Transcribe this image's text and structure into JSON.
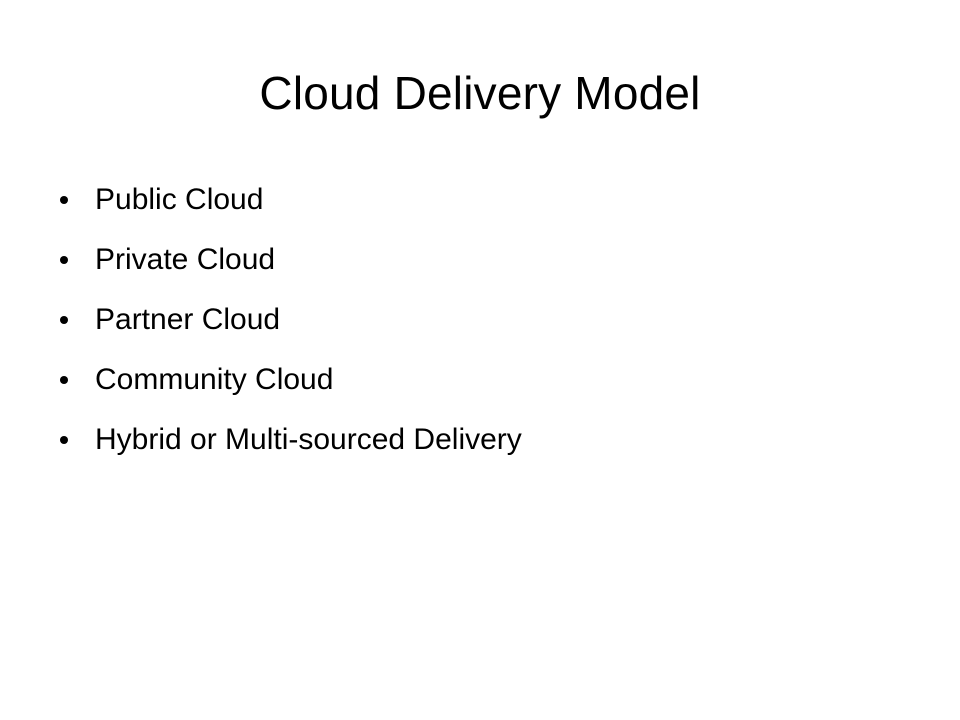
{
  "slide": {
    "title": "Cloud Delivery Model",
    "bullets": [
      "Public Cloud",
      "Private Cloud",
      "Partner Cloud",
      "Community Cloud",
      "Hybrid or Multi-sourced Delivery"
    ]
  },
  "colors": {
    "background": "#ffffff",
    "text": "#000000"
  }
}
